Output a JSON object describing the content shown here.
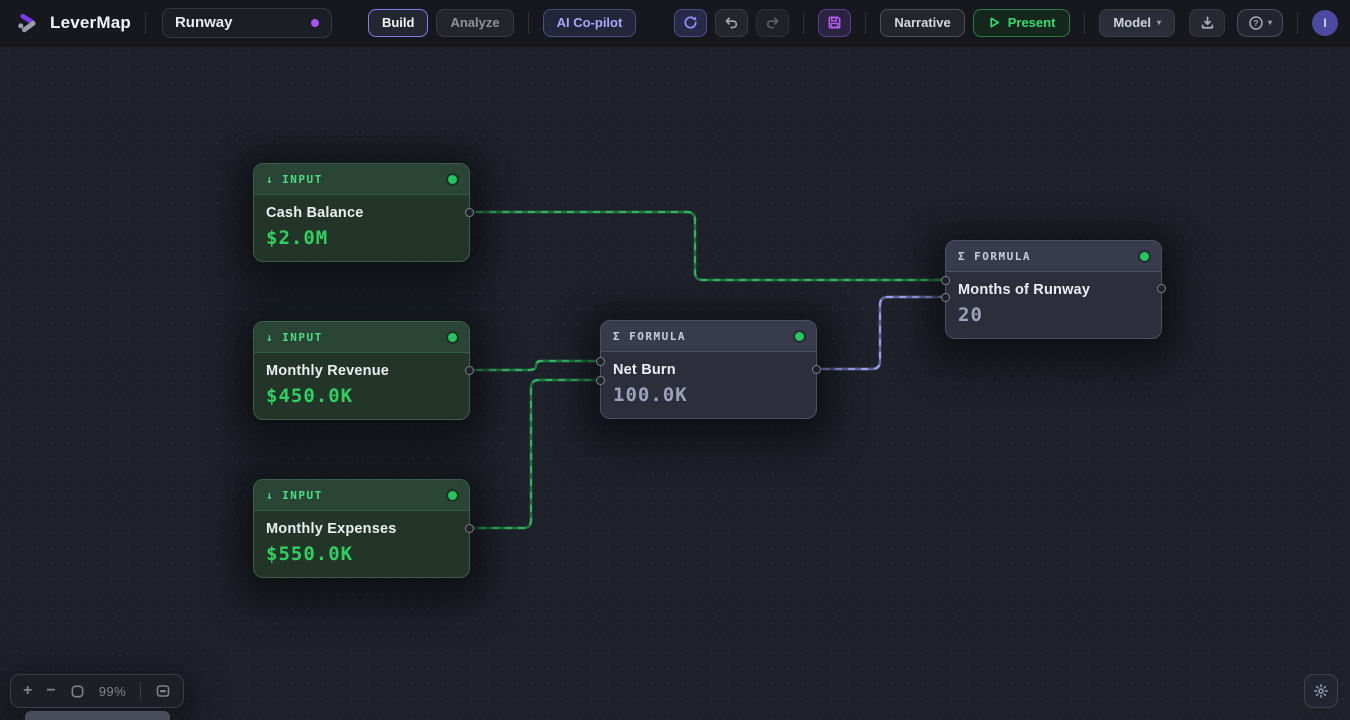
{
  "app": {
    "brand": "LeverMap"
  },
  "topbar": {
    "project_name": "Runway",
    "tabs": [
      {
        "label": "Build",
        "active": true
      },
      {
        "label": "Analyze",
        "active": false
      }
    ],
    "copilot_label": "AI Co-pilot",
    "narrative_label": "Narrative",
    "present_label": "Present",
    "model_label": "Model",
    "model_caret": "▾",
    "help_caret": "▾",
    "avatar_initial": "I"
  },
  "icons": {
    "logo": "levermap-logo",
    "toolbar": [
      "refresh-icon",
      "undo-icon",
      "redo-icon",
      "save-icon",
      "play-icon",
      "download-icon",
      "help-icon",
      "gear-icon"
    ],
    "input_arrow": "↓",
    "formula_sigma": "Σ"
  },
  "canvas": {
    "nodes": [
      {
        "id": "cash-balance",
        "type": "input",
        "type_label": "INPUT",
        "title": "Cash Balance",
        "value": "$2.0M",
        "status": "green"
      },
      {
        "id": "monthly-revenue",
        "type": "input",
        "type_label": "INPUT",
        "title": "Monthly Revenue",
        "value": "$450.0K",
        "status": "green"
      },
      {
        "id": "monthly-expenses",
        "type": "input",
        "type_label": "INPUT",
        "title": "Monthly Expenses",
        "value": "$550.0K",
        "status": "green"
      },
      {
        "id": "net-burn",
        "type": "formula",
        "type_label": "FORMULA",
        "title": "Net Burn",
        "value": "100.0K",
        "status": "green"
      },
      {
        "id": "months-of-runway",
        "type": "formula",
        "type_label": "FORMULA",
        "title": "Months of Runway",
        "value": "20",
        "status": "green"
      }
    ],
    "edges": [
      {
        "from": "cash-balance",
        "to": "months-of-runway",
        "color": "green"
      },
      {
        "from": "monthly-revenue",
        "to": "net-burn",
        "color": "green"
      },
      {
        "from": "monthly-expenses",
        "to": "net-burn",
        "color": "green"
      },
      {
        "from": "net-burn",
        "to": "months-of-runway",
        "color": "purple"
      }
    ]
  },
  "zoombar": {
    "plus": "+",
    "minus": "−",
    "zoom_level": "99%"
  },
  "colors": {
    "accent_purple": "#a855f7",
    "accent_indigo": "#7c7ff0",
    "accent_green": "#22c55e",
    "edge_green": "#31b261",
    "edge_purple": "#989ee9",
    "input_value": "#2ed161",
    "formula_value": "#9da1bb",
    "topbar_bg": "#16181e",
    "canvas_bg": "#1e212a"
  }
}
